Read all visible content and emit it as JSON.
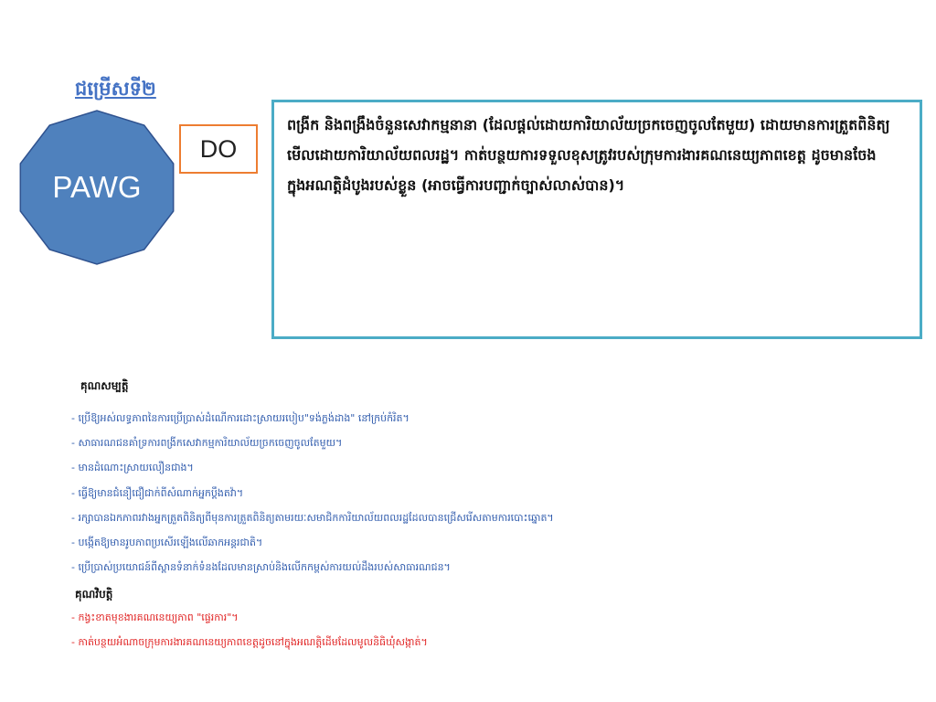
{
  "option_title": "ជម្រើសទី២",
  "shape": {
    "label": "PAWG",
    "fill": "#4F81BD",
    "stroke": "#2F528F"
  },
  "do_label": "DO",
  "description": "ពង្រីក និងពង្រឹងចំនួនសេវាកម្មនានា (ដែលផ្តល់ដោយការិយាល័យច្រកចេញចូលតែមួយ) ដោយមានការត្រួតពិនិត្យមើលដោយការិយាល័យពលរដ្ឋ។ កាត់បន្ថយការទទួលខុសត្រូវរបស់ក្រុមការងារគណនេយ្យភាពខេត្ត ដូចមានចែងក្នុងអណត្តិដំបូងរបស់ខ្លួន (អាចធ្វើការបញ្ជាក់ច្បាស់លាស់បាន)។",
  "advantages": {
    "title": "គុណសម្បត្តិ",
    "items": [
      "- ប្រើឱ្យអស់លទ្ធភាពនៃការប្រើប្រាស់ដំណើការដោះស្រាយរបៀប\"ទង់ភ្លង់ដាង\" នៅក្រប់កំរិត។",
      "- សាធារណជនគាំទ្រការពង្រីកសេវាកម្មការិយាល័យច្រកចេញចូលតែមួយ។",
      "- មានដំណោះស្រាយលឿនជាង។",
      "- ធ្វើឱ្យមានជំនឿជឿជាក់ពីសំណាក់អ្នកប្តឹងតវ៉ា។",
      "- រក្សាបានឯកភាពរវាងអ្នកត្រួតពិនិត្យពីមុនការត្រួតពិនិត្យតាមរយៈសមាជិកការិយាល័យពលរដ្ឋដែលបានជ្រើសរើសតាមការបោះឆ្នោត។",
      "- បង្កើតឱ្យមានរូបភាពប្រសើរឡើងលើឆាកអន្តរជាតិ។",
      "- ប្រើប្រាស់ប្រយោជន៍ពីស្ពានទំនាក់ទំនងដែលមានស្រាប់និងលើកកម្ពស់ការយល់ដឹងរបស់សាធារណជន។"
    ]
  },
  "disadvantages": {
    "title": "គុណវិបត្តិ",
    "items": [
      "- កង្វះខាតមុខងារគណនេយ្យភាព \"ផ្ទេរការ\"។",
      "- កាត់បន្ថយអំណាចក្រុមការងារគណនេយ្យភាពខេត្តដូចនៅក្នុងអណត្តិដើមដែលមូលនិធិឃុំសង្កាត់។"
    ]
  }
}
